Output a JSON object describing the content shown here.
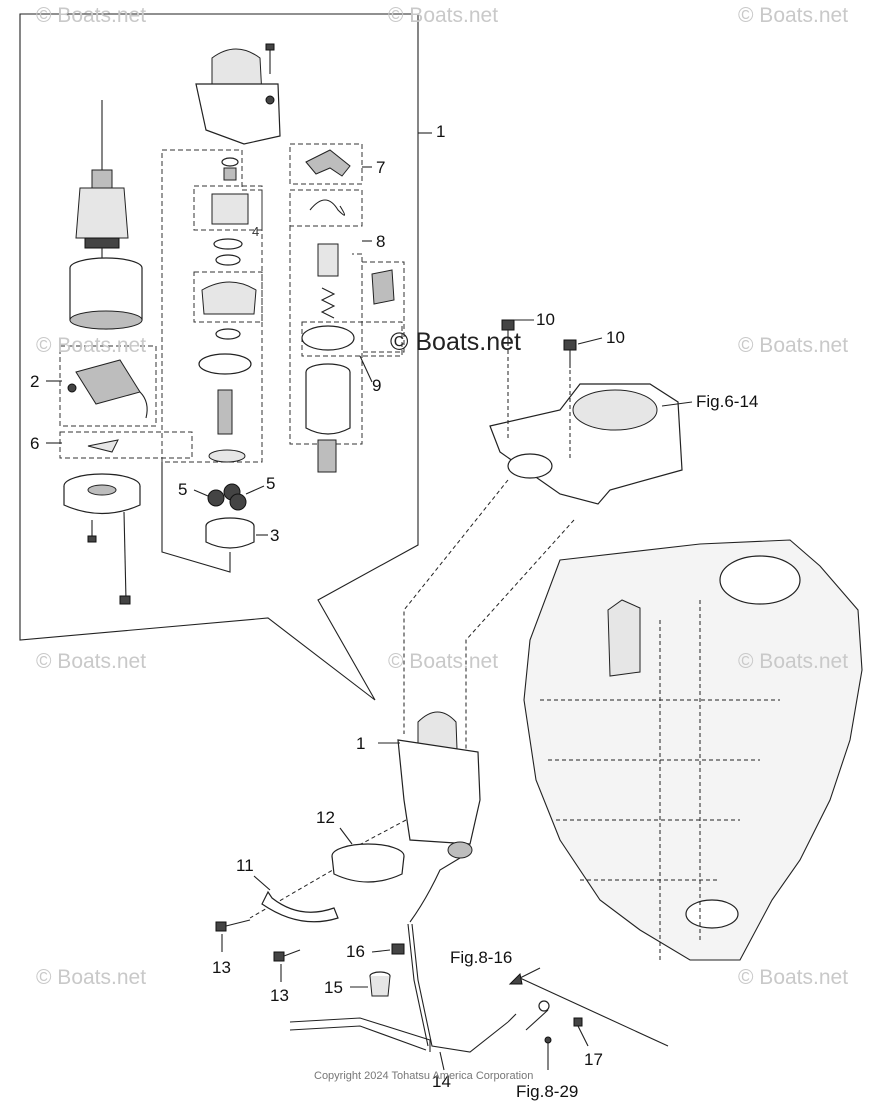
{
  "watermark": "© Boats.net",
  "copyright": "Copyright 2024 Tohatsu America Corporation",
  "callouts": {
    "c1_top": "1",
    "c2": "2",
    "c3": "3",
    "c4": "4",
    "c5_left": "5",
    "c5_right": "5",
    "c6": "6",
    "c7": "7",
    "c8": "8",
    "c9": "9",
    "c10_a": "10",
    "c10_b": "10",
    "c1_bottom": "1",
    "c11": "11",
    "c12": "12",
    "c13_a": "13",
    "c13_b": "13",
    "c14": "14",
    "c15": "15",
    "c16": "16",
    "c17": "17"
  },
  "figure_refs": {
    "fig_6_14": "Fig.6-14",
    "fig_8_16": "Fig.8-16",
    "fig_8_29": "Fig.8-29"
  }
}
